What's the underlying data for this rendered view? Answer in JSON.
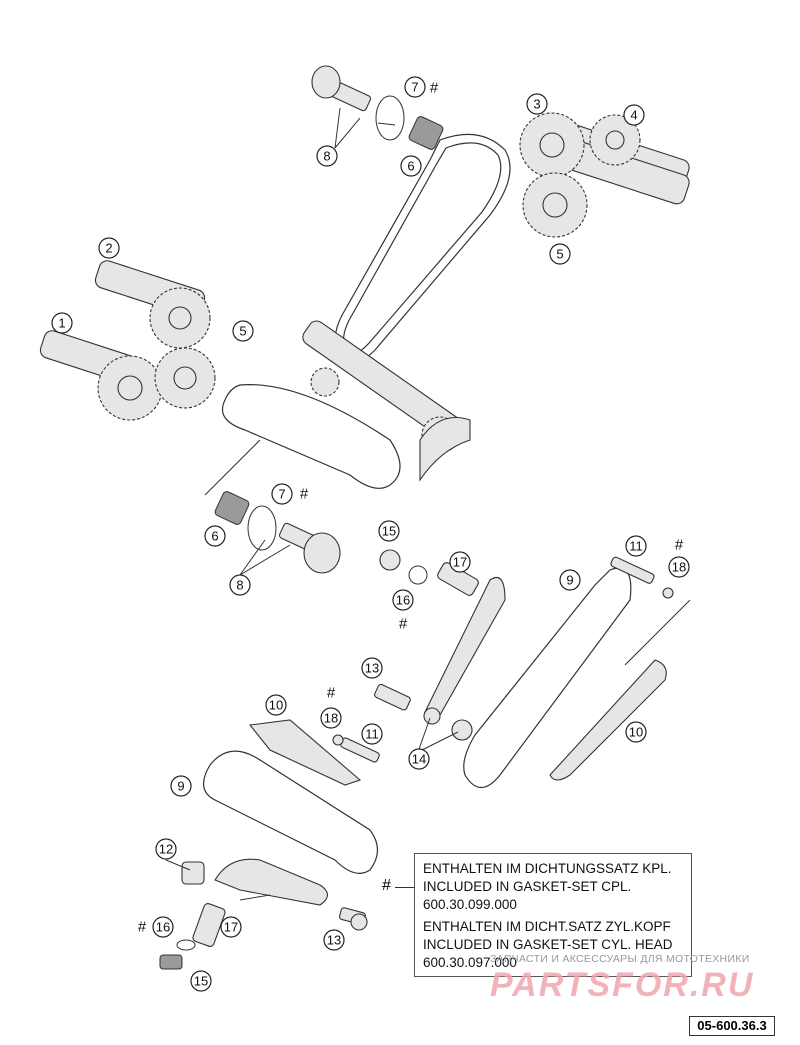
{
  "callouts": {
    "c1": "1",
    "c2": "2",
    "c3": "3",
    "c4": "4",
    "c5a": "5",
    "c5b": "5",
    "c6a": "6",
    "c6b": "6",
    "c7a": "7",
    "c7b": "7",
    "c8a": "8",
    "c8b": "8",
    "c9a": "9",
    "c9b": "9",
    "c10a": "10",
    "c10b": "10",
    "c11a": "11",
    "c11b": "11",
    "c12": "12",
    "c13a": "13",
    "c13b": "13",
    "c14": "14",
    "c15a": "15",
    "c15b": "15",
    "c16a": "16",
    "c16b": "16",
    "c17a": "17",
    "c17b": "17",
    "c18a": "18",
    "c18b": "18"
  },
  "hash_mark": "#",
  "legend": {
    "marker": "#",
    "lines1": [
      "ENTHALTEN IM DICHTUNGSSATZ KPL.",
      "INCLUDED IN GASKET-SET CPL.",
      "600.30.099.000"
    ],
    "lines2": [
      "ENTHALTEN IM DICHT.SATZ ZYL.KOPF",
      "INCLUDED IN GASKET-SET CYL. HEAD",
      "600.30.097.000"
    ]
  },
  "reference": "05-600.36.3",
  "watermark": {
    "subtitle": "ЗАПЧАСТИ И АКСЕССУАРЫ ДЛЯ МОТОТЕХНИКИ",
    "logo": "PARTSFOR.RU"
  }
}
